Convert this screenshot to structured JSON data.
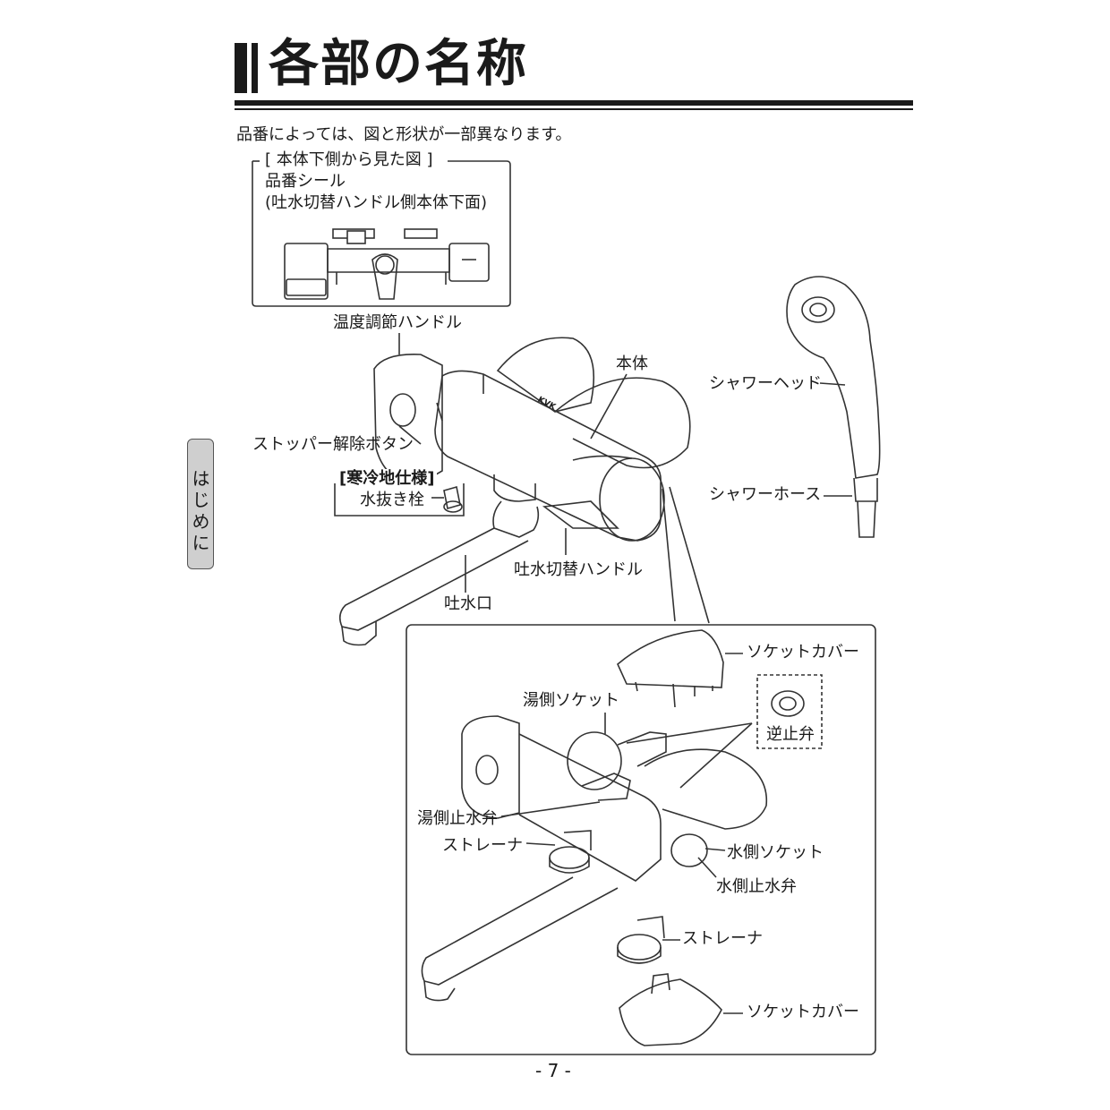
{
  "header": {
    "title": "各部の名称",
    "note": "品番によっては、図と形状が一部異なります。"
  },
  "inset": {
    "heading": "[ 本体下側から見た図 ]",
    "label_line1": "品番シール",
    "label_line2": "(吐水切替ハンドル側本体下面)"
  },
  "main_labels": {
    "temp_handle": "温度調節ハンドル",
    "body": "本体",
    "stopper_button": "ストッパー解除ボタン",
    "cold_region": "[寒冷地仕様]",
    "drain_plug": "水抜き栓",
    "diverter_handle": "吐水切替ハンドル",
    "spout": "吐水口",
    "shower_head": "シャワーヘッド",
    "shower_hose": "シャワーホース"
  },
  "brand_mark": "KVK",
  "detail_labels": {
    "socket_cover_top": "ソケットカバー",
    "hot_socket": "湯側ソケット",
    "check_valve": "逆止弁",
    "hot_stop_valve": "湯側止水弁",
    "strainer_left": "ストレーナ",
    "cold_socket": "水側ソケット",
    "cold_stop_valve": "水側止水弁",
    "strainer_right": "ストレーナ",
    "socket_cover_bottom": "ソケットカバー"
  },
  "sidebar": {
    "tab_label": "はじめに"
  },
  "footer": {
    "page_number": "- 7 -"
  }
}
